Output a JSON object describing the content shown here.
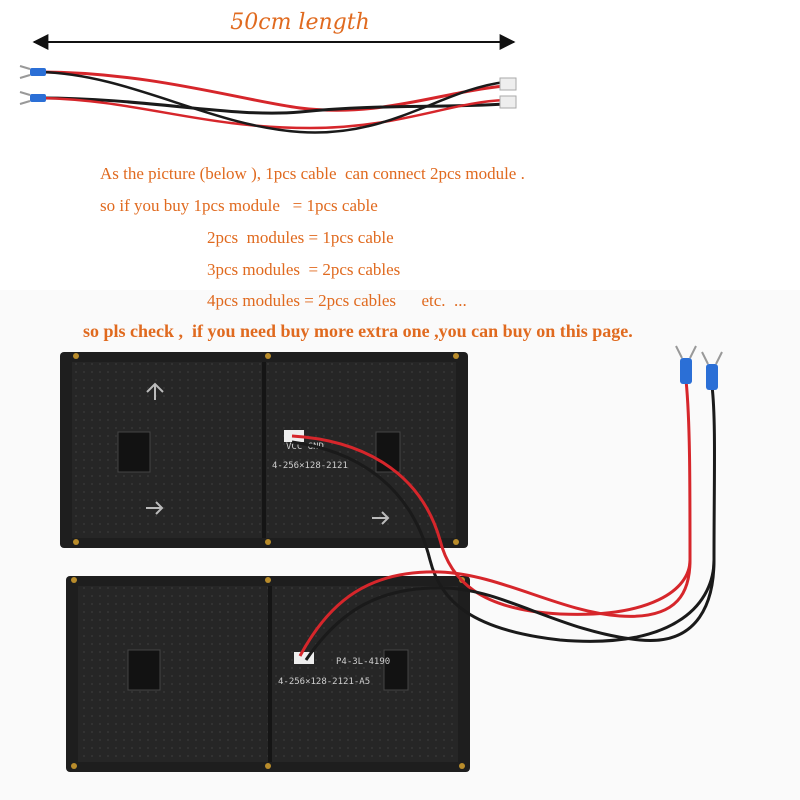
{
  "title": "50cm  length",
  "lines": [
    "As the picture (below ), 1pcs cable  can connect 2pcs module .",
    "so if you buy 1pcs module   = 1pcs cable",
    "2pcs  modules = 1pcs cable",
    "3pcs modules  = 2pcs cables",
    "4pcs modules = 2pcs cables      etc.  ...",
    "so pls check ,  if you need buy more extra one ,you can buy on this page."
  ],
  "module_labels": {
    "top_part": "4-256×128-2121",
    "bottom_part": "4-256×128-2121-A5",
    "bottom_model": "P4-3L-4190",
    "connector": "VCC GND"
  },
  "colors": {
    "accent_text": "#e06a1f",
    "cable_red": "#d6262b",
    "cable_black": "#1a1a1a",
    "module_body": "#2a2a2a"
  }
}
